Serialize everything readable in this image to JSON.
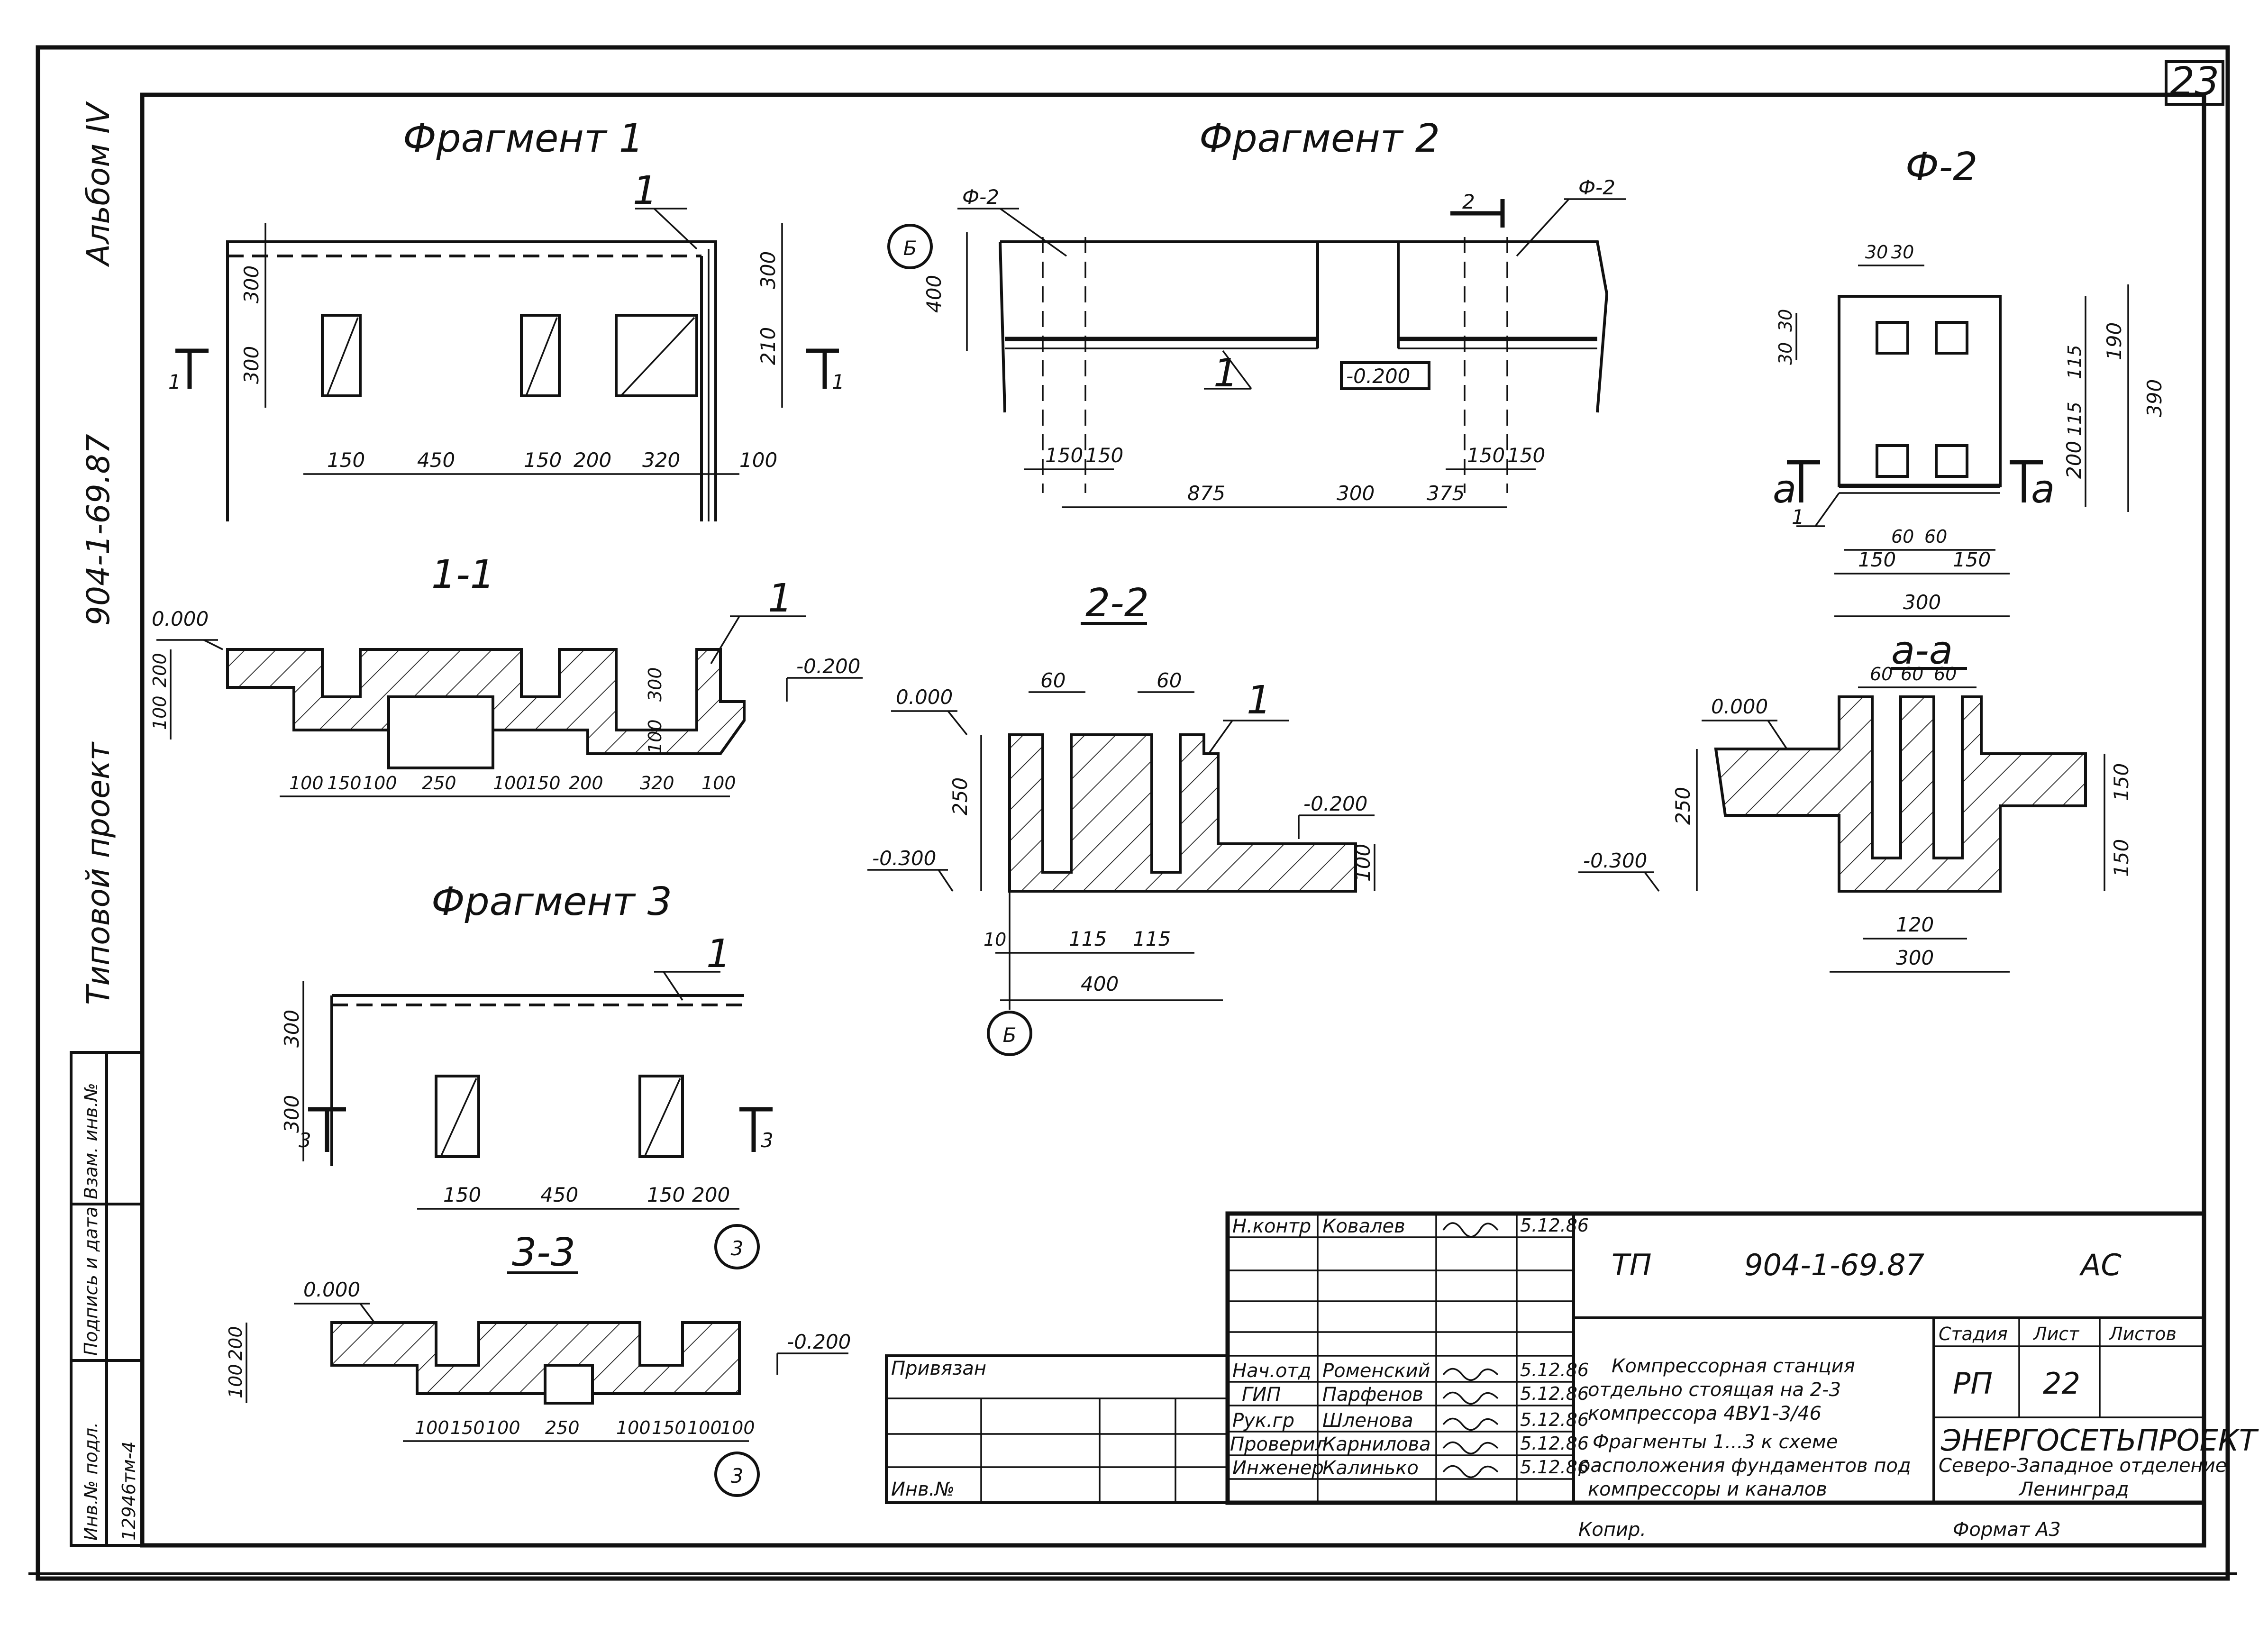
{
  "sheet": {
    "number": "23",
    "album": "Альбом IV",
    "project_code_side": "904-1-69.87",
    "project_type_side": "Типовой проект",
    "inv_labels": [
      "Инв.№ подл.",
      "Подпись и дата",
      "Взам. инв.№"
    ],
    "inv_value": "12946тм-4"
  },
  "fragment1": {
    "title": "Фрагмент 1",
    "callout": "1",
    "section_marks": [
      "1",
      "1"
    ],
    "dims_h": [
      "150",
      "450",
      "150",
      "200",
      "320",
      "100"
    ],
    "dims_v_left": [
      "300",
      "300"
    ],
    "dims_v_right": [
      "300",
      "210"
    ]
  },
  "section11": {
    "title": "1-1",
    "level_top": "0.000",
    "level_right": "-0.200",
    "callout": "1",
    "dims_h": [
      "100",
      "150",
      "100",
      "250",
      "100",
      "150",
      "200",
      "320",
      "100"
    ],
    "dims_v": [
      "200",
      "100",
      "300",
      "100"
    ]
  },
  "fragment2": {
    "title": "Фрагмент 2",
    "axis": "Б",
    "f2_left": "Ф-2",
    "f2_right": "Ф-2",
    "callout": "1",
    "section_mark": "2",
    "level": "-0.200",
    "dim_v": "400",
    "dims_top": [
      "150",
      "150",
      "150",
      "150"
    ],
    "dims_bottom": [
      "875",
      "300",
      "375"
    ]
  },
  "section22": {
    "title": "2-2",
    "level_top": "0.000",
    "level_right": "-0.200",
    "level_bottom": "-0.300",
    "callout": "1",
    "axis": "Б",
    "dims_top": [
      "60",
      "60"
    ],
    "dims_v": [
      "250",
      "100"
    ],
    "dims_bottom": [
      "10",
      "115",
      "115",
      "400"
    ]
  },
  "fragment3": {
    "title": "Фрагмент 3",
    "callout": "1",
    "section_marks": [
      "3",
      "3"
    ],
    "mark_circle": "3",
    "dims_h": [
      "150",
      "450",
      "150",
      "200"
    ],
    "dims_v": [
      "300",
      "300"
    ]
  },
  "section33": {
    "title": "3-3",
    "level_top": "0.000",
    "level_right": "-0.200",
    "mark_circle": "3",
    "dims_h": [
      "100",
      "150",
      "100",
      "250",
      "100",
      "150",
      "100",
      "100"
    ],
    "dims_v": [
      "200",
      "100"
    ]
  },
  "f2plan": {
    "title": "Ф-2",
    "callout": "1",
    "section_marks": [
      "а",
      "а"
    ],
    "dims_top": [
      "30",
      "30"
    ],
    "dims_left": [
      "30",
      "30"
    ],
    "dims_right": [
      "115",
      "115",
      "190",
      "200",
      "390"
    ],
    "dims_bottom": [
      "60",
      "60",
      "150",
      "150",
      "300"
    ]
  },
  "sectionAA": {
    "title": "а-а",
    "level_top": "0.000",
    "level_bottom": "-0.300",
    "dims_top": [
      "60",
      "60",
      "60"
    ],
    "dims_v": [
      "250",
      "150",
      "150"
    ],
    "dims_bottom": [
      "120",
      "300"
    ]
  },
  "title_block": {
    "privyazan": "Привязан",
    "inv_no": "Инв.№",
    "roles": [
      "Н.контр",
      "Нач.отд",
      "ГИП",
      "Рук.гр",
      "Проверил",
      "Инженер"
    ],
    "names": [
      "Ковалев",
      "Роменский",
      "Парфенов",
      "Шленова",
      "Карнилова",
      "Калинько"
    ],
    "dates": [
      "5.12.86",
      "5.12.86",
      "5.12.86",
      "5.12.86",
      "5.12.86",
      "5.12.86"
    ],
    "code_prefix": "ТП",
    "code": "904-1-69.87",
    "mark": "АС",
    "desc1": [
      "Компрессорная станция",
      "отдельно стоящая на 2-3",
      "компрессора 4ВУ1-3/46"
    ],
    "desc2": [
      "Фрагменты 1...3 к схеме",
      "расположения фундаментов под",
      "компрессоры и каналов"
    ],
    "stage_label": "Стадия",
    "sheet_label": "Лист",
    "sheets_label": "Листов",
    "stage": "РП",
    "sheet": "22",
    "org1": "ЭНЕРГОСЕТЬПРОЕКТ",
    "org2": "Северо-Западное отделение",
    "org3": "Ленинград",
    "copied": "Копир.",
    "format": "Формат А3"
  }
}
